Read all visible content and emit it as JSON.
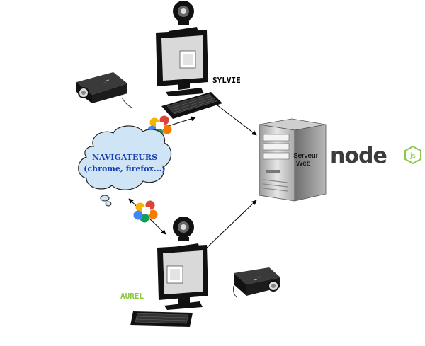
{
  "users": {
    "top": {
      "name": "SYLVIE",
      "color": "#000000"
    },
    "bottom": {
      "name": "AUREL",
      "color": "#8dc63f"
    }
  },
  "cloud": {
    "line1": "NAVIGATEURS",
    "line2": "(chrome, firefox...)",
    "fill": "#cfe4f5",
    "text_color": "#1a3fb0"
  },
  "server": {
    "line1": "Serveur",
    "line2": "Web"
  },
  "node_logo": {
    "word": "node",
    "badge": "js",
    "text_color": "#3c3c3c",
    "badge_color": "#8cc84b"
  },
  "icons": [
    "webcam-icon",
    "monitor-icon",
    "keyboard-icon",
    "projector-icon",
    "webrtc-logo-icon",
    "server-tower-icon",
    "nodejs-logo-icon"
  ]
}
